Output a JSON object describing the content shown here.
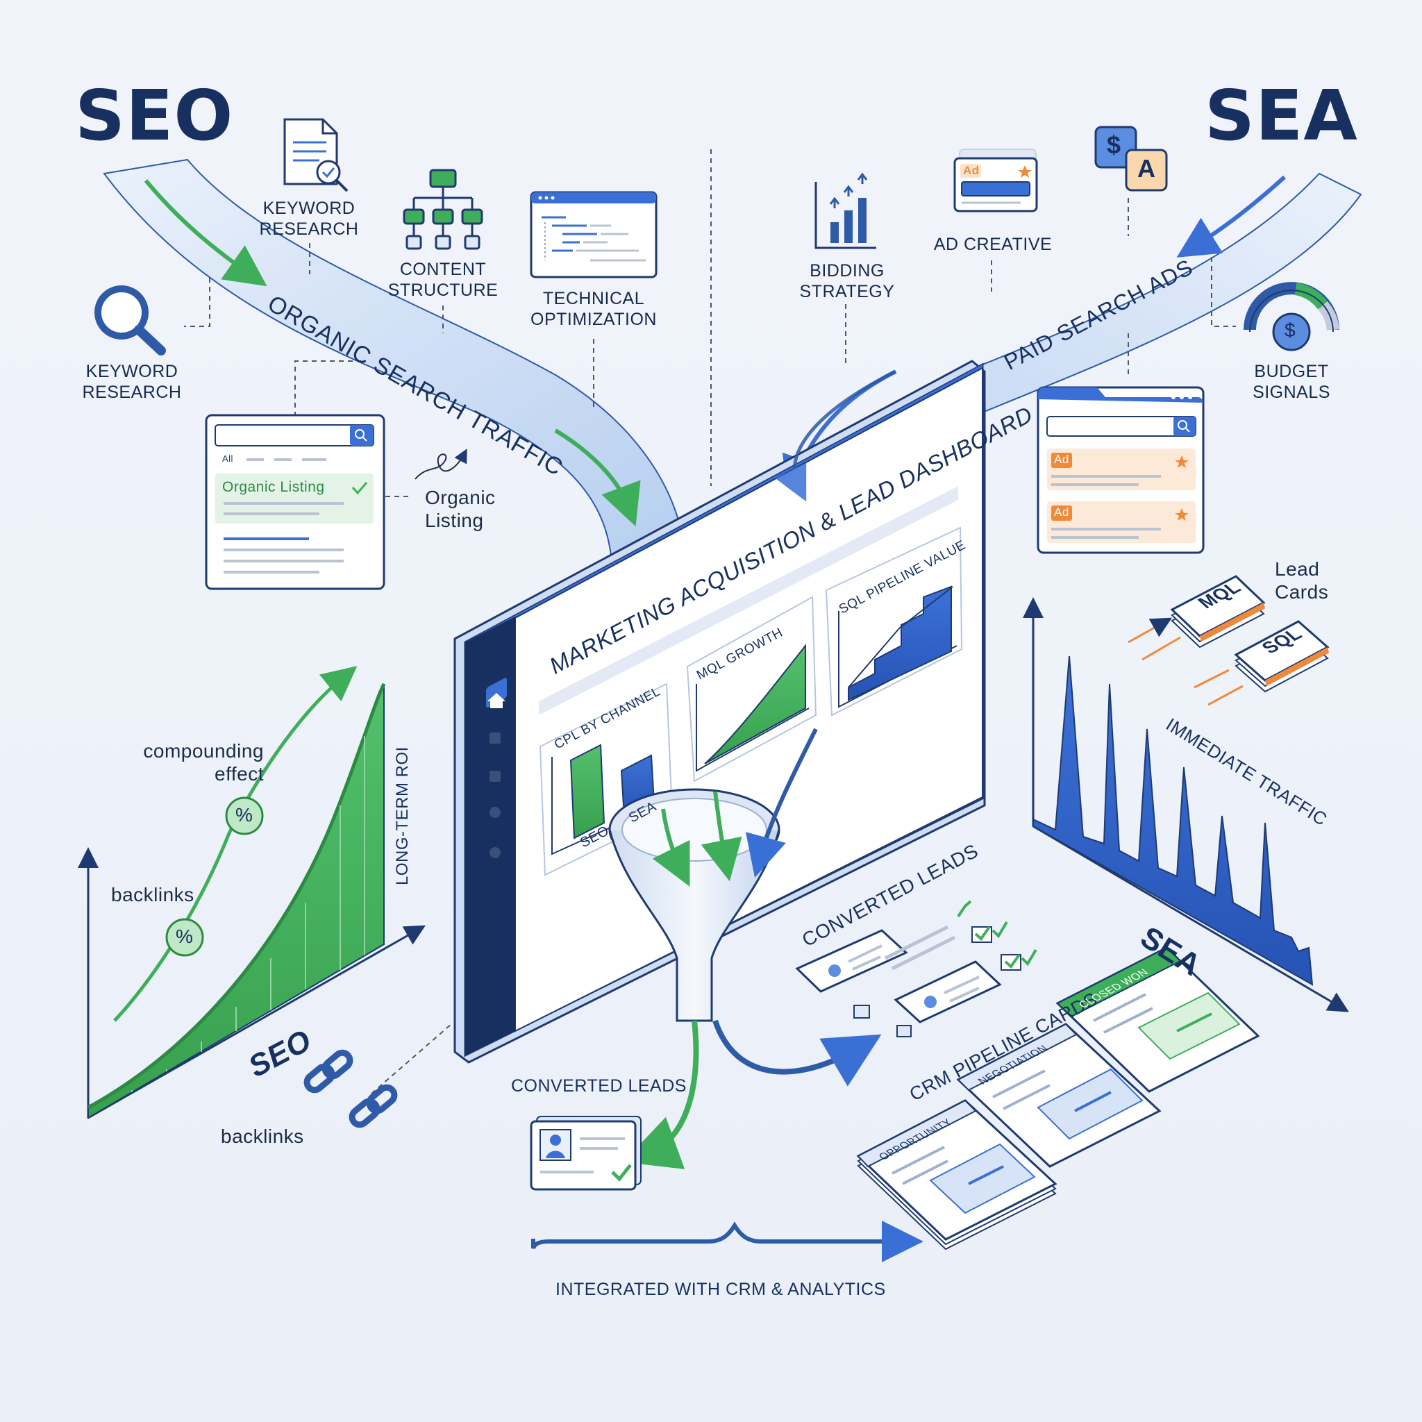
{
  "titles": {
    "seo": "SEO",
    "sea": "SEA"
  },
  "seo_steps": {
    "keyword_research_top": "KEYWORD\nRESEARCH",
    "content_structure": "CONTENT\nSTRUCTURE",
    "technical_optimization": "TECHNICAL\nOPTIMIZATION",
    "keyword_research_left": "KEYWORD\nRESEARCH"
  },
  "sea_steps": {
    "bidding_strategy": "BIDDING\nSTRATEGY",
    "ad_creative": "AD CREATIVE",
    "budget_signals": "BUDGET\nSIGNALS"
  },
  "streams": {
    "organic": "ORGANIC SEARCH TRAFFIC",
    "paid": "PAID SEARCH ADS"
  },
  "serp_organic": {
    "tab": "All",
    "listing": "Organic Listing",
    "callout": "Organic\nListing"
  },
  "serp_paid": {
    "ad_badge": "Ad"
  },
  "ad_creative_badge": "Ad",
  "ad_icon_letters": {
    "dollar": "$",
    "letter": "A"
  },
  "budget_icon_symbol": "$",
  "dashboard": {
    "title": "MARKETING ACQUISITION & LEAD DASHBOARD",
    "panels": {
      "cpl": {
        "title": "CPL BY CHANNEL",
        "labels": [
          "SEO",
          "SEA"
        ]
      },
      "mql": {
        "title": "MQL GROWTH"
      },
      "sql": {
        "title": "SQL PIPELINE VALUE"
      }
    }
  },
  "seo_chart": {
    "axis_label": "LONG-TERM ROI",
    "area_label": "SEO",
    "annotation_compounding": "compounding\neffect",
    "annotation_backlinks": "backlinks",
    "badge_symbol": "%",
    "backlinks_bottom": "backlinks"
  },
  "sea_chart": {
    "axis_label": "IMMEDIATE TRAFFIC",
    "area_label": "SEA"
  },
  "lead_cards": {
    "label": "Lead\nCards",
    "mql": "MQL",
    "sql": "SQL"
  },
  "converted_leads_right": "CONVERTED LEADS",
  "converted_leads_center": "CONVERTED LEADS",
  "crm": {
    "label": "CRM PIPELINE CARDS",
    "stages": [
      "OPPORTUNITY",
      "NEGOTIATION",
      "CLOSED WON"
    ]
  },
  "footer": "INTEGRATED WITH CRM & ANALYTICS",
  "colors": {
    "navy": "#17305f",
    "blue": "#3a6fd6",
    "green": "#3fae5a",
    "orange": "#f08a3a",
    "stream": "#c9dbf4"
  }
}
